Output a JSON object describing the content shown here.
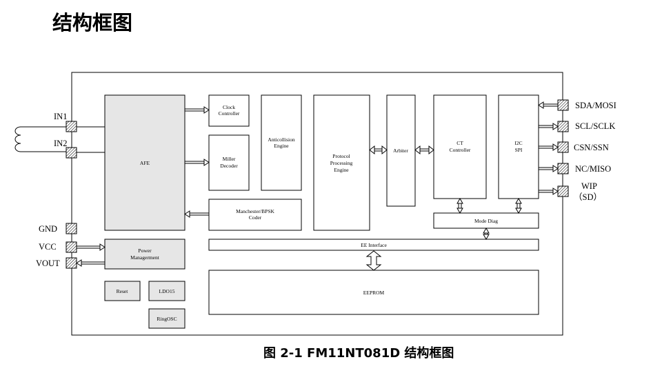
{
  "page": {
    "heading": "结构框图",
    "caption": "图 2-1 FM11NT081D 结构框图"
  },
  "left_pins": {
    "in1": "IN1",
    "in2": "IN2",
    "gnd": "GND",
    "vcc": "VCC",
    "vout": "VOUT"
  },
  "right_pins": {
    "sda": "SDA/MOSI",
    "scl": "SCL/SCLK",
    "csn": "CSN/SSN",
    "nc": "NC/MISO",
    "wip": "WIP",
    "wip_sub": "（SD）"
  },
  "blocks": {
    "afe": "AFE",
    "clock_1": "Clock",
    "clock_2": "Controller",
    "miller_1": "Miller",
    "miller_2": "Decoder",
    "anticollision_1": "Anticollision",
    "anticollision_2": "Engine",
    "protocol_1": "Protocol",
    "protocol_2": "Processing",
    "protocol_3": "Engine",
    "arbiter": "Arbiter",
    "ct_1": "CT",
    "ct_2": "Controller",
    "i2c_1": "I2C",
    "i2c_2": "SPI",
    "manchester_1": "Manchester/BPSK",
    "manchester_2": "Coder",
    "mode_diag": "Mode Diag",
    "power_1": "Power",
    "power_2": "Managerment",
    "ee_interface": "EE Interface",
    "reset": "Reset",
    "ldo": "LDO15",
    "eeprom": "EEPROM",
    "ringosc": "RingOSC"
  },
  "colors": {
    "gray_fill": "#e6e6e6",
    "stroke": "#000000"
  }
}
